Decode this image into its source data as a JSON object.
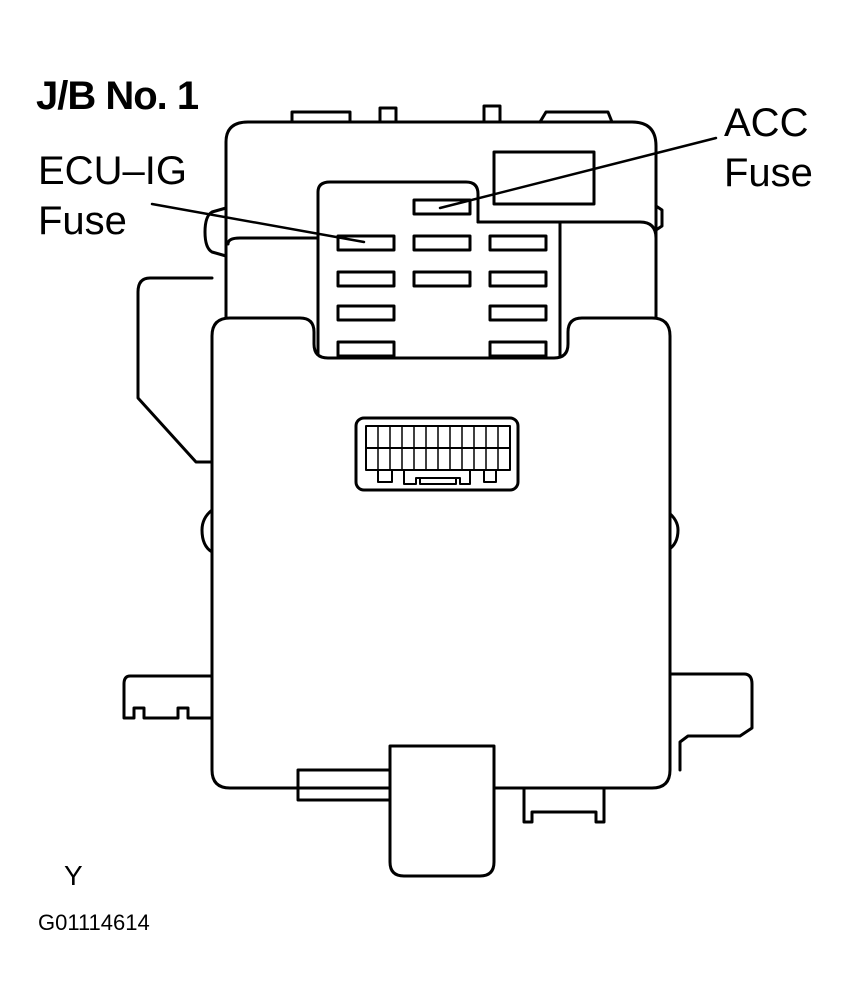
{
  "title": "J/B No. 1",
  "callouts": {
    "ecu_ig": {
      "line1": "ECU–IG",
      "line2": "Fuse"
    },
    "acc": {
      "line1": "ACC",
      "line2": "Fuse"
    }
  },
  "view_letter": "Y",
  "figure_id": "G01114614"
}
